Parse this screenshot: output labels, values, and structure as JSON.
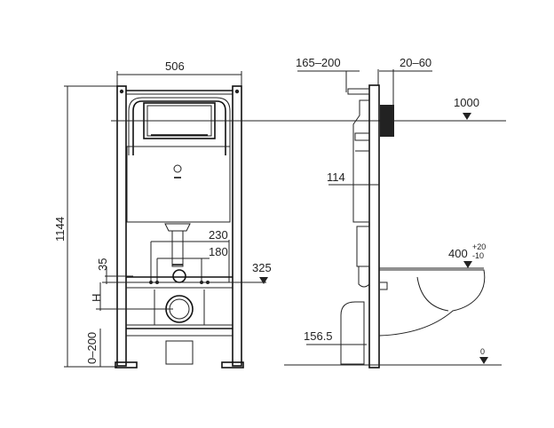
{
  "front_view": {
    "width_label": "506",
    "height_label": "1144",
    "dim_230": "230",
    "dim_180": "180",
    "dim_35": "35",
    "dim_h": "H",
    "dim_0_200": "0–200",
    "level_325": "325"
  },
  "side_view": {
    "dim_165_200": "165–200",
    "dim_20_60": "20–60",
    "level_1000": "1000",
    "dim_114": "114",
    "level_400": "400",
    "level_400_tol_plus": "+20",
    "level_400_tol_minus": "-10",
    "dim_156_5": "156.5",
    "level_0": "0"
  }
}
